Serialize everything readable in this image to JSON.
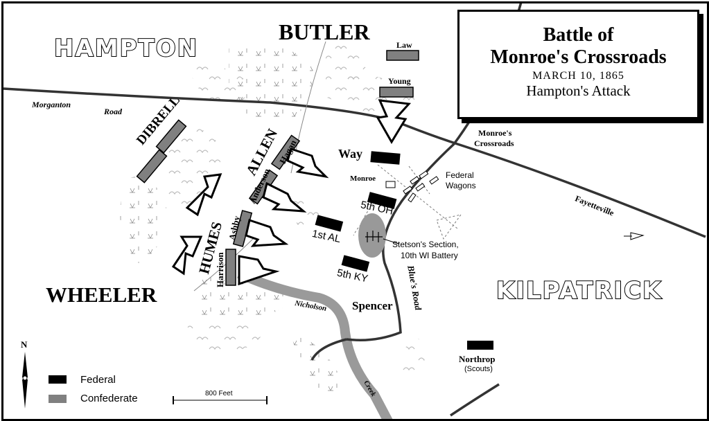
{
  "title": {
    "line1": "Battle of",
    "line2": "Monroe's Crossroads",
    "date": "MARCH 10, 1865",
    "subtitle": "Hampton's Attack"
  },
  "commanders": {
    "hampton": "HAMPTON",
    "butler": "BUTLER",
    "wheeler": "WHEELER",
    "kilpatrick": "KILPATRICK",
    "dibrell": "DIBRELL",
    "allen": "ALLEN",
    "humes": "HUMES"
  },
  "confederate_units": [
    "Law",
    "Young",
    "Hagan",
    "Anderson",
    "Ashby",
    "Harrison"
  ],
  "federal_units": [
    "Way",
    "5th OH",
    "1st AL",
    "5th KY",
    "Spencer",
    "Northrop",
    "(Scouts)"
  ],
  "places": {
    "morganton": "Morganton",
    "road": "Road",
    "monroes": "Monroe's",
    "crossroads": "Crossroads",
    "federal": "Federal",
    "wagons": "Wagons",
    "fayetteville": "Fayetteville",
    "monroe": "Monroe",
    "stetson1": "Stetson's Section,",
    "stetson2": "10th WI Battery",
    "blues_road": "Blue's Road",
    "nicholson": "Nicholson",
    "creek": "Creek"
  },
  "legend": {
    "federal": "Federal",
    "confederate": "Confederate",
    "scale": "800 Feet",
    "north": "N"
  },
  "colors": {
    "federal": "#000000",
    "confederate": "#808080",
    "creek": "#9a9a9a"
  }
}
